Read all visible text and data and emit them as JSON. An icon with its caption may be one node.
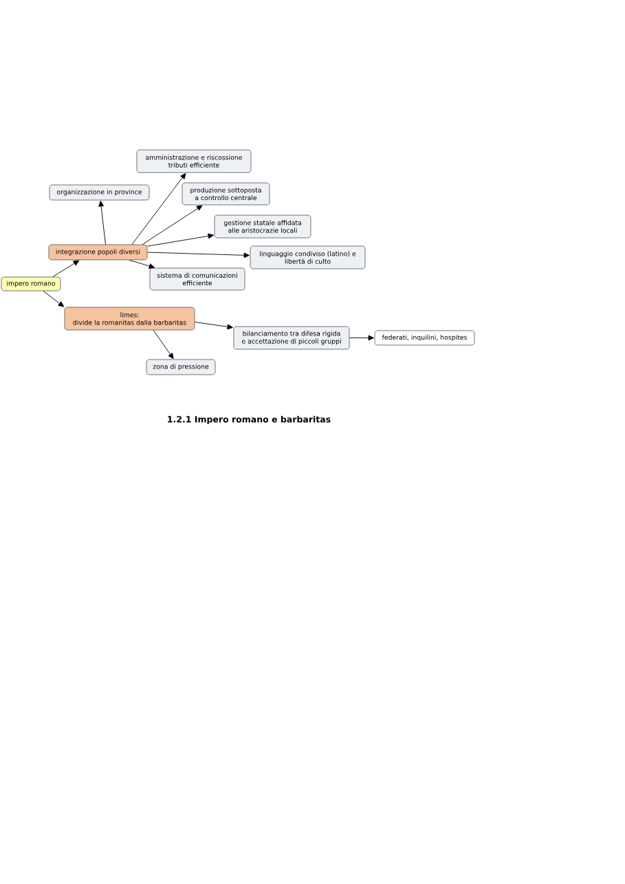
{
  "diagram": {
    "caption": "1.2.1 Impero romano e barbaritas",
    "nodes": [
      {
        "text": [
          "impero romano"
        ]
      },
      {
        "text": [
          "integrazione popoli diversi"
        ]
      },
      {
        "text": [
          "organizzazione in province"
        ]
      },
      {
        "text": [
          "amministrazione e riscossione tributi efficiente"
        ]
      },
      {
        "text": [
          "produzione sottoposta a controllo centrale"
        ]
      },
      {
        "text": [
          "gestione statale affidata alle aristocrazie locali"
        ]
      },
      {
        "text": [
          "linguaggio condiviso (latino) e libertà di culto"
        ]
      },
      {
        "text": [
          "sistema di comunicazioni efficiente"
        ]
      },
      {
        "text": [
          "limes:",
          "divide la romanitas dalla barbaritas"
        ]
      },
      {
        "text": [
          "bilanciamento tra difesa rigida e accettazione di piccoli gruppi"
        ]
      },
      {
        "text": [
          "federati, inquilini, hospites"
        ]
      },
      {
        "text": [
          "zona di pressione"
        ]
      }
    ],
    "edges": [
      {
        "from": 0,
        "to": 1,
        "arrow": "to"
      },
      {
        "from": 0,
        "to": 8,
        "arrow": "to"
      },
      {
        "from": 1,
        "to": 2,
        "arrow": "to"
      },
      {
        "from": 1,
        "to": 3,
        "arrow": "to"
      },
      {
        "from": 1,
        "to": 4,
        "arrow": "to"
      },
      {
        "from": 1,
        "to": 5,
        "arrow": "to"
      },
      {
        "from": 1,
        "to": 6,
        "arrow": "to"
      },
      {
        "from": 1,
        "to": 7,
        "arrow": "to"
      },
      {
        "from": 8,
        "to": 9,
        "arrow": "to"
      },
      {
        "from": 8,
        "to": 11,
        "arrow": "to"
      },
      {
        "from": 9,
        "to": 10,
        "arrow": "to"
      }
    ]
  }
}
